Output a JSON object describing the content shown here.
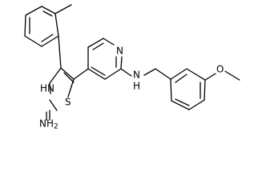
{
  "molecule": {
    "atom_labels": {
      "thiazole_nh": "HN",
      "thiazole_s": "S",
      "amine_nh2": "NH",
      "amine_subscript": "2",
      "pyridine_n": "N",
      "benzylamine_n": "N",
      "benzylamine_h": "H",
      "ether_o": "O"
    },
    "colors": {
      "bond": "#000000",
      "label": "#000000",
      "background": "#ffffff"
    }
  }
}
